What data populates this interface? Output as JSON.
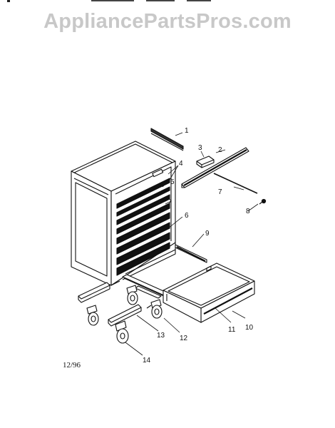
{
  "watermark": "AppliancePartsPros.com",
  "date_code": "12/96",
  "callouts": {
    "c1": "1",
    "c2": "2",
    "c3": "3",
    "c4": "4",
    "c5": "5",
    "c6": "6",
    "c7": "7",
    "c8": "8",
    "c9": "9",
    "c10": "10",
    "c11": "11",
    "c12": "12",
    "c13": "13",
    "c14": "14"
  }
}
